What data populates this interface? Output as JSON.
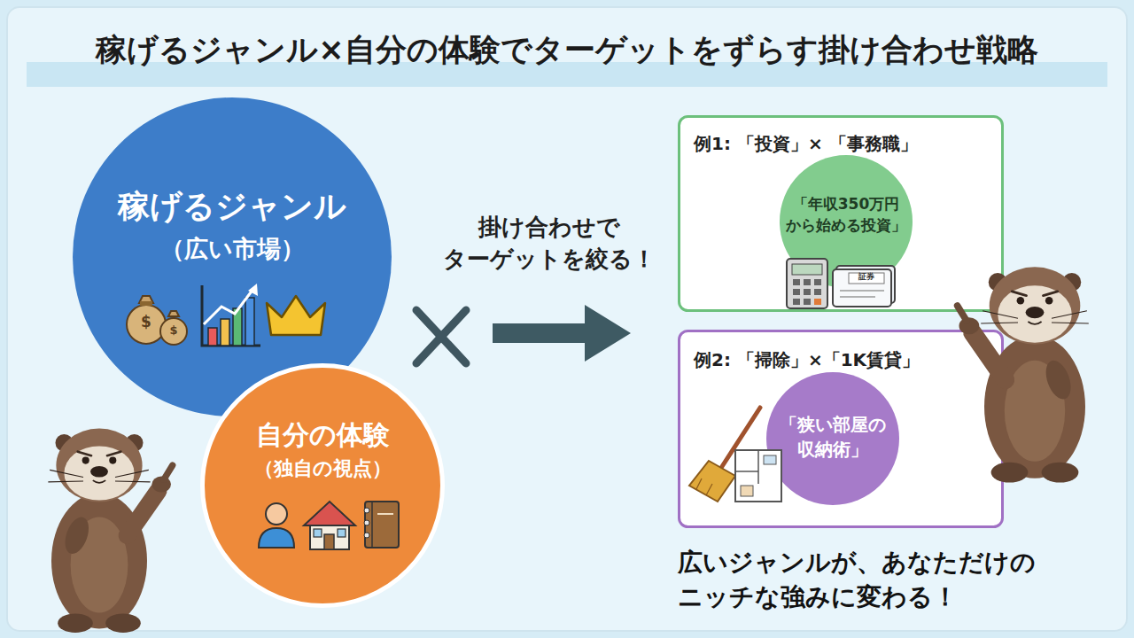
{
  "diagram": {
    "title": "稼げるジャンル×自分の体験でターゲットをずらす掛け合わせ戦略",
    "nodes": [
      {
        "text": [
          "稼げるジャンル",
          "（広い市場）"
        ]
      },
      {
        "text": [
          "自分の体験",
          "（独自の視点）"
        ]
      },
      {
        "text": [
          "例1: 「投資」× 「事務職」"
        ]
      },
      {
        "text": [
          "「年収350万円 から始める投資」"
        ],
        "in": 2
      },
      {
        "text": [
          "例2: 「掃除」×「1K賃貸」"
        ]
      },
      {
        "text": [
          "「狭い部屋の 収納術」"
        ],
        "in": 4
      }
    ],
    "labels": [
      "掛け合わせで ターゲットを絞る！",
      "$",
      "$",
      "証券",
      "広いジャンルが、あなただけの ニッチな強みに変わる！"
    ]
  }
}
